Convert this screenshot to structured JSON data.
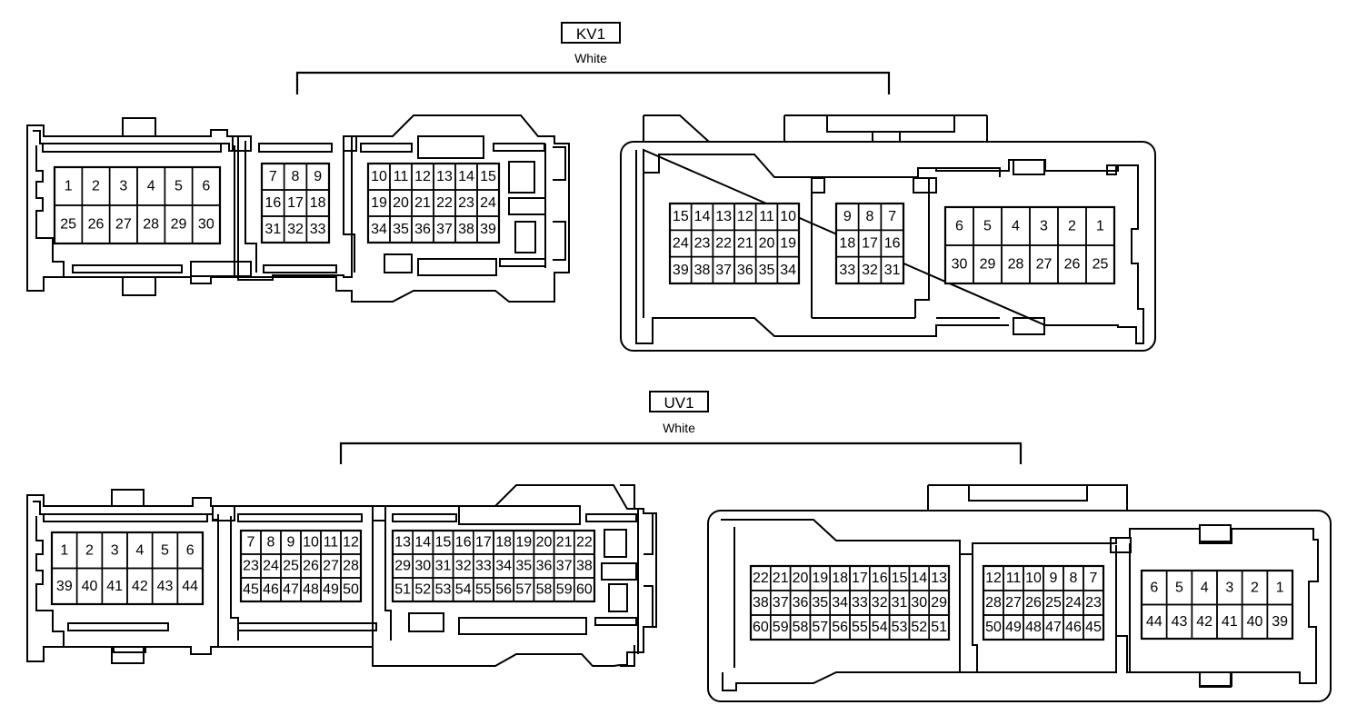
{
  "connectors": [
    {
      "name": "KV1",
      "color_text": "White",
      "views": [
        {
          "grids": [
            {
              "rows": [
                [
                  "1",
                  "2",
                  "3",
                  "4",
                  "5",
                  "6"
                ],
                [
                  "25",
                  "26",
                  "27",
                  "28",
                  "29",
                  "30"
                ]
              ]
            },
            {
              "rows": [
                [
                  "7",
                  "8",
                  "9"
                ],
                [
                  "16",
                  "17",
                  "18"
                ],
                [
                  "31",
                  "32",
                  "33"
                ]
              ]
            },
            {
              "rows": [
                [
                  "10",
                  "11",
                  "12",
                  "13",
                  "14",
                  "15"
                ],
                [
                  "19",
                  "20",
                  "21",
                  "22",
                  "23",
                  "24"
                ],
                [
                  "34",
                  "35",
                  "36",
                  "37",
                  "38",
                  "39"
                ]
              ]
            }
          ]
        },
        {
          "grids": [
            {
              "rows": [
                [
                  "15",
                  "14",
                  "13",
                  "12",
                  "11",
                  "10"
                ],
                [
                  "24",
                  "23",
                  "22",
                  "21",
                  "20",
                  "19"
                ],
                [
                  "39",
                  "38",
                  "37",
                  "36",
                  "35",
                  "34"
                ]
              ]
            },
            {
              "rows": [
                [
                  "9",
                  "8",
                  "7"
                ],
                [
                  "18",
                  "17",
                  "16"
                ],
                [
                  "33",
                  "32",
                  "31"
                ]
              ]
            },
            {
              "rows": [
                [
                  "6",
                  "5",
                  "4",
                  "3",
                  "2",
                  "1"
                ],
                [
                  "30",
                  "29",
                  "28",
                  "27",
                  "26",
                  "25"
                ]
              ]
            }
          ]
        }
      ]
    },
    {
      "name": "UV1",
      "color_text": "White",
      "views": [
        {
          "grids": [
            {
              "rows": [
                [
                  "1",
                  "2",
                  "3",
                  "4",
                  "5",
                  "6"
                ],
                [
                  "39",
                  "40",
                  "41",
                  "42",
                  "43",
                  "44"
                ]
              ]
            },
            {
              "rows": [
                [
                  "7",
                  "8",
                  "9",
                  "10",
                  "11",
                  "12"
                ],
                [
                  "23",
                  "24",
                  "25",
                  "26",
                  "27",
                  "28"
                ],
                [
                  "45",
                  "46",
                  "47",
                  "48",
                  "49",
                  "50"
                ]
              ]
            },
            {
              "rows": [
                [
                  "13",
                  "14",
                  "15",
                  "16",
                  "17",
                  "18",
                  "19",
                  "20",
                  "21",
                  "22"
                ],
                [
                  "29",
                  "30",
                  "31",
                  "32",
                  "33",
                  "34",
                  "35",
                  "36",
                  "37",
                  "38"
                ],
                [
                  "51",
                  "52",
                  "53",
                  "54",
                  "55",
                  "56",
                  "57",
                  "58",
                  "59",
                  "60"
                ]
              ]
            }
          ]
        },
        {
          "grids": [
            {
              "rows": [
                [
                  "22",
                  "21",
                  "20",
                  "19",
                  "18",
                  "17",
                  "16",
                  "15",
                  "14",
                  "13"
                ],
                [
                  "38",
                  "37",
                  "36",
                  "35",
                  "34",
                  "33",
                  "32",
                  "31",
                  "30",
                  "29"
                ],
                [
                  "60",
                  "59",
                  "58",
                  "57",
                  "56",
                  "55",
                  "54",
                  "53",
                  "52",
                  "51"
                ]
              ]
            },
            {
              "rows": [
                [
                  "12",
                  "11",
                  "10",
                  "9",
                  "8",
                  "7"
                ],
                [
                  "28",
                  "27",
                  "26",
                  "25",
                  "24",
                  "23"
                ],
                [
                  "50",
                  "49",
                  "48",
                  "47",
                  "46",
                  "45"
                ]
              ]
            },
            {
              "rows": [
                [
                  "6",
                  "5",
                  "4",
                  "3",
                  "2",
                  "1"
                ],
                [
                  "44",
                  "43",
                  "42",
                  "41",
                  "40",
                  "39"
                ]
              ]
            }
          ]
        }
      ]
    }
  ]
}
